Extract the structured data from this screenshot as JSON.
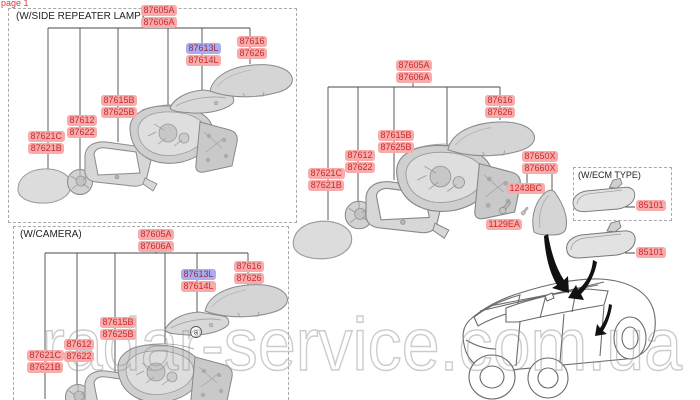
{
  "page_tag": "page 1",
  "watermark": "radar-service.com.ua",
  "sections": {
    "repeater": {
      "title": "(W/SIDE REPEATER LAMP)"
    },
    "camera": {
      "title": "(W/CAMERA)",
      "marker": "a"
    },
    "ecm": {
      "title": "(W/ECM TYPE)"
    }
  },
  "labels": {
    "r_assembly": [
      "87605A",
      "87606A"
    ],
    "r_repeater": [
      "87613L",
      "87614L"
    ],
    "r_cap": [
      "87616",
      "87626"
    ],
    "r_housing": [
      "87615B",
      "87625B"
    ],
    "r_actuator": [
      "87612",
      "87622"
    ],
    "r_glass": [
      "87621C",
      "87621B"
    ],
    "c_assembly": [
      "87605A",
      "87606A"
    ],
    "c_repeater": [
      "87613L",
      "87614L"
    ],
    "c_cap": [
      "87616",
      "87626"
    ],
    "c_housing": [
      "87615B",
      "87625B"
    ],
    "c_actuator": [
      "87612",
      "87622"
    ],
    "c_glass": [
      "87621C",
      "87621B"
    ],
    "m_assembly": [
      "87605A",
      "87606A"
    ],
    "m_cap": [
      "87616",
      "87626"
    ],
    "m_housing": [
      "87615B",
      "87625B"
    ],
    "m_actuator": [
      "87612",
      "87622"
    ],
    "m_glass": [
      "87621C",
      "87621B"
    ],
    "m_cover": [
      "87650X",
      "87660X"
    ],
    "m_screw": "1243BC",
    "m_bolt": "1129EA",
    "ecm_mirror": "85101",
    "std_mirror": "85101"
  },
  "colors": {
    "label_bg": "#f7abab",
    "label_text": "#c92c2c",
    "highlight_bg": "#a8acf4",
    "line": "#4a4a4a"
  }
}
